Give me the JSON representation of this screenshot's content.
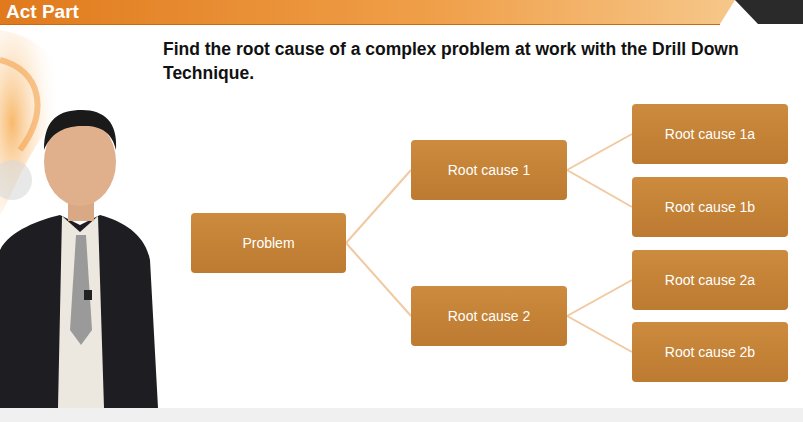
{
  "diagram": {
    "title": "Find the root cause of a complex problem at work with the Drill Down Technique.",
    "nodes": [
      {
        "text": [
          "Problem"
        ]
      },
      {
        "text": [
          "Root cause 1"
        ]
      },
      {
        "text": [
          "Root cause 2"
        ]
      },
      {
        "text": [
          "Root cause 1a"
        ]
      },
      {
        "text": [
          "Root cause 1b"
        ]
      },
      {
        "text": [
          "Root cause 2a"
        ]
      },
      {
        "text": [
          "Root cause 2b"
        ]
      }
    ],
    "edges": [
      {
        "from": 0,
        "to": 1,
        "arrow": "none"
      },
      {
        "from": 0,
        "to": 2,
        "arrow": "none"
      },
      {
        "from": 1,
        "to": 3,
        "arrow": "none"
      },
      {
        "from": 1,
        "to": 4,
        "arrow": "none"
      },
      {
        "from": 2,
        "to": 5,
        "arrow": "none"
      },
      {
        "from": 2,
        "to": 6,
        "arrow": "none"
      }
    ],
    "labels": [
      "Act Part"
    ]
  }
}
